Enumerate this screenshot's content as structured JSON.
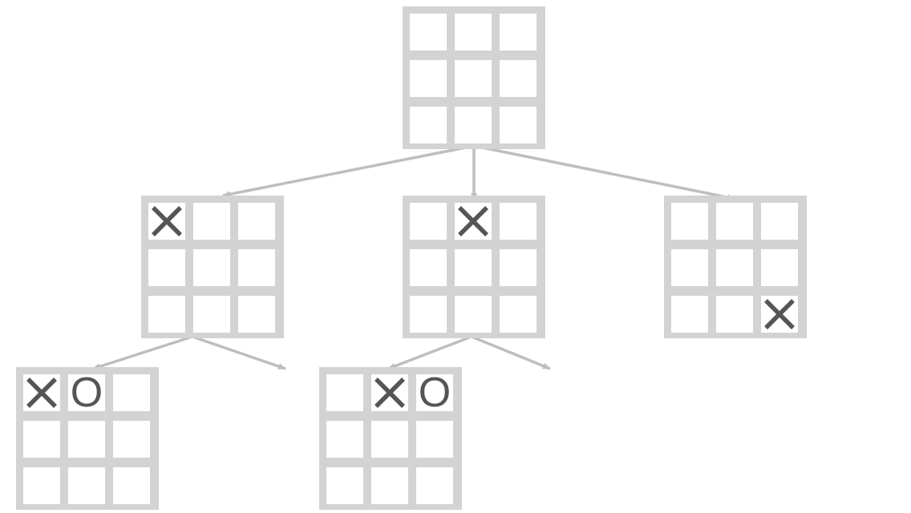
{
  "colors": {
    "grid": "#d3d3d3",
    "cell": "#ffffff",
    "mark": "#555555",
    "edge": "#bebebe"
  },
  "marks": {
    "x": "X",
    "o": "O"
  },
  "boards": [
    {
      "id": "root",
      "cells": [
        "",
        "",
        "",
        "",
        "",
        "",
        "",
        "",
        ""
      ]
    },
    {
      "id": "child-1",
      "cells": [
        "X",
        "",
        "",
        "",
        "",
        "",
        "",
        "",
        ""
      ]
    },
    {
      "id": "child-2",
      "cells": [
        "",
        "X",
        "",
        "",
        "",
        "",
        "",
        "",
        ""
      ]
    },
    {
      "id": "child-3",
      "cells": [
        "",
        "",
        "",
        "",
        "",
        "",
        "",
        "",
        "X"
      ]
    },
    {
      "id": "grandchild-1",
      "cells": [
        "X",
        "O",
        "",
        "",
        "",
        "",
        "",
        "",
        ""
      ]
    },
    {
      "id": "grandchild-2",
      "cells": [
        "",
        "X",
        "O",
        "",
        "",
        "",
        "",
        "",
        ""
      ]
    }
  ],
  "edges": [
    {
      "from": "root",
      "to": "child-1"
    },
    {
      "from": "root",
      "to": "child-2"
    },
    {
      "from": "root",
      "to": "child-3"
    },
    {
      "from": "child-1",
      "to": "grandchild-1"
    },
    {
      "from": "child-1",
      "to": "more"
    },
    {
      "from": "child-2",
      "to": "grandchild-2"
    },
    {
      "from": "child-2",
      "to": "more"
    }
  ]
}
